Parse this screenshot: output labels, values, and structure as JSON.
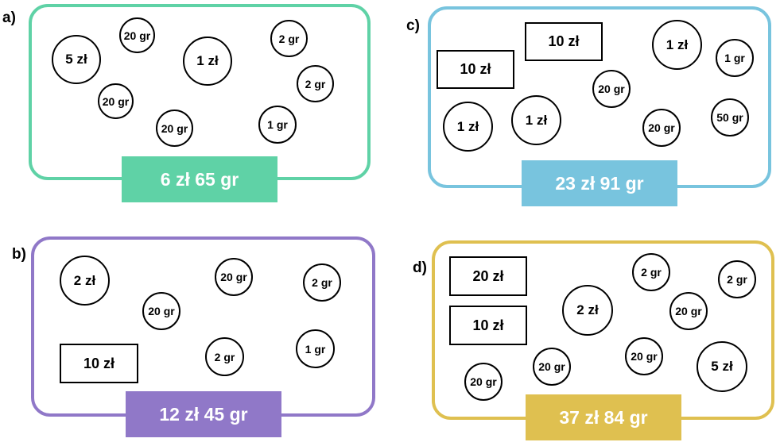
{
  "colors": {
    "a": "#5fd2a6",
    "b": "#9078c8",
    "c": "#78c4de",
    "d": "#dfc050"
  },
  "a": {
    "label": "a)",
    "coins": [
      "5 zł",
      "20 gr",
      "1 zł",
      "2 gr",
      "2 gr",
      "20 gr",
      "20 gr",
      "1 gr"
    ],
    "total": "6 zł 65 gr"
  },
  "b": {
    "label": "b)",
    "coins": [
      "2 zł",
      "20 gr",
      "2 gr",
      "20 gr",
      "2 gr",
      "1 gr"
    ],
    "notes": [
      "10 zł"
    ],
    "total": "12 zł 45 gr"
  },
  "c": {
    "label": "c)",
    "coins": [
      "1 zł",
      "1 gr",
      "20 gr",
      "1 zł",
      "1 zł",
      "20 gr",
      "50 gr"
    ],
    "notes": [
      "10 zł",
      "10 zł"
    ],
    "total": "23 zł 91 gr"
  },
  "d": {
    "label": "d)",
    "coins": [
      "2 gr",
      "2 gr",
      "2 zł",
      "20 gr",
      "20 gr",
      "20 gr",
      "5 zł",
      "20 gr"
    ],
    "notes": [
      "20 zł",
      "10 zł"
    ],
    "total": "37 zł 84 gr"
  }
}
